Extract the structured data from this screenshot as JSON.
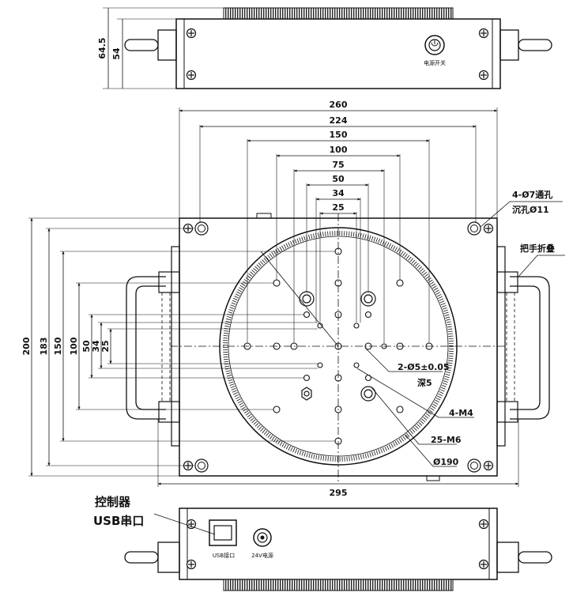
{
  "top_view": {
    "dim_outer": "64.5",
    "dim_inner": "54",
    "power_label": "电源开关"
  },
  "plan_view": {
    "width_dims": [
      "260",
      "224",
      "150",
      "100",
      "75",
      "50",
      "34",
      "25"
    ],
    "height_dims": [
      "200",
      "183",
      "150",
      "100",
      "50",
      "34",
      "25"
    ],
    "bottom_dim": "295",
    "callouts": {
      "through_hole": "4-Ø7通孔",
      "counterbore": "沉孔Ø11",
      "handle_fold": "把手折叠",
      "pin_hole": "2-Ø5±0.05",
      "pin_depth": "深5",
      "m4": "4-M4",
      "m6": "25-M6",
      "diameter": "Ø190"
    }
  },
  "bottom_view": {
    "controller_label": "控制器",
    "usb_label": "USB串口",
    "usb_port_label": "USB接口",
    "power_port_label": "24V电源"
  }
}
